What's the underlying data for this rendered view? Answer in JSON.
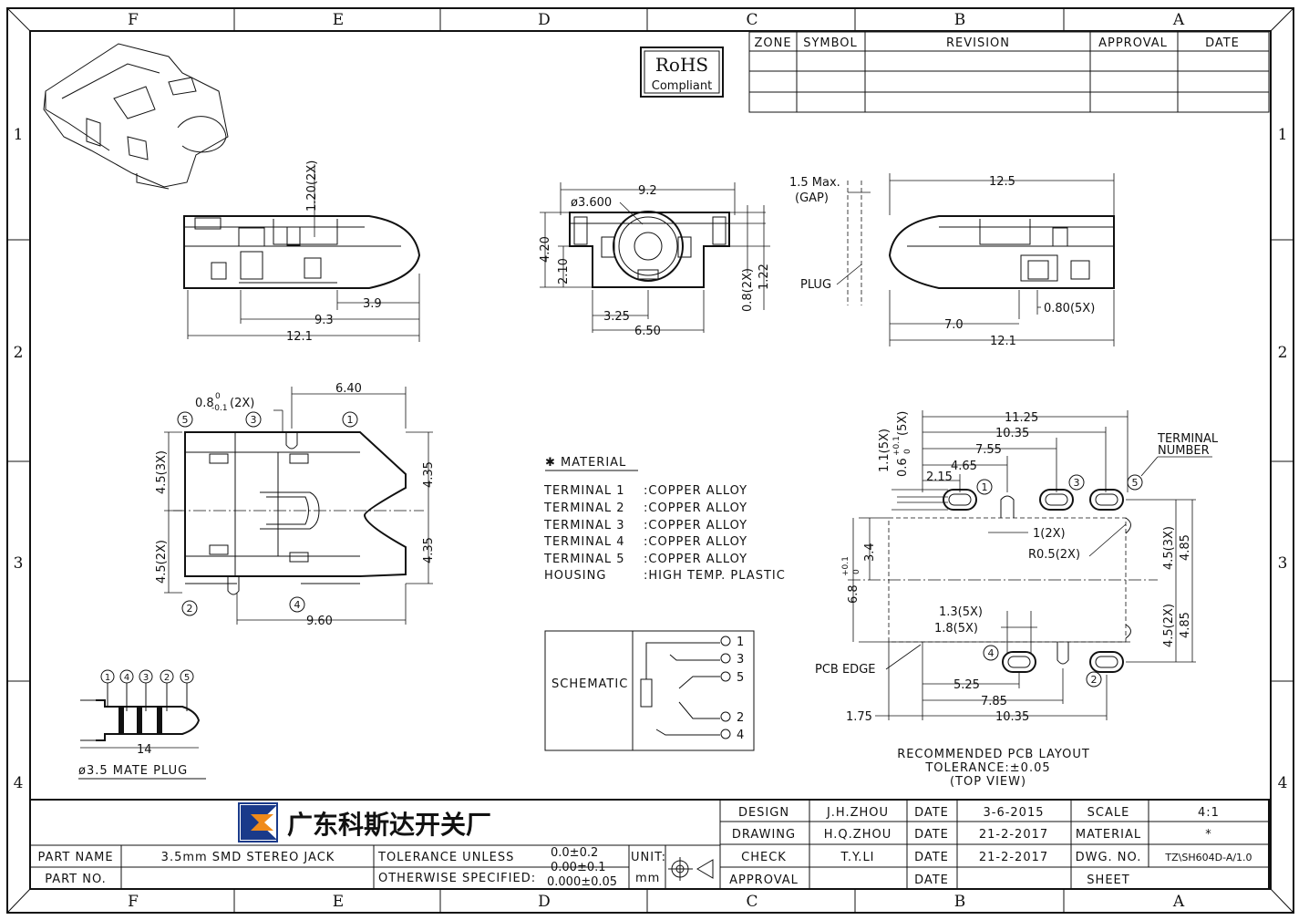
{
  "frame": {
    "columns": [
      "F",
      "E",
      "D",
      "C",
      "B",
      "A"
    ],
    "rows": [
      "1",
      "2",
      "3",
      "4"
    ]
  },
  "rohs": {
    "line1": "RoHS",
    "line2": "Compliant"
  },
  "revision_table": {
    "headers": [
      "ZONE",
      "SYMBOL",
      "REVISION",
      "APPROVAL",
      "DATE"
    ]
  },
  "side_view_left": {
    "dim_top": "1.20(2X)",
    "dim_a": "3.9",
    "dim_b": "9.3",
    "dim_c": "12.1"
  },
  "front_view": {
    "dim_width_top": "9.2",
    "dim_hole": "ø3.600",
    "dim_h1": "4.20",
    "dim_h2": "2.10",
    "dim_r1": "0.8(2X)",
    "dim_r2": "1.22",
    "dim_b1": "3.25",
    "dim_b2": "6.50"
  },
  "side_view_right": {
    "gap_line1": "1.5 Max.",
    "gap_line2": "(GAP)",
    "plug": "PLUG",
    "dim_top": "12.5",
    "dim_a": "0.80(5X)",
    "dim_b": "7.0",
    "dim_c": "12.1"
  },
  "top_view": {
    "dim_top": "6.40",
    "dim_tol_main": "0.8",
    "dim_tol_sup": "0",
    "dim_tol_sub": "-0.1",
    "dim_tol_suffix": "(2X)",
    "dim_l1": "4.5(3X)",
    "dim_l2": "4.5(2X)",
    "dim_r1": "4.35",
    "dim_r2": "4.35",
    "dim_bottom": "9.60",
    "terminals": [
      "5",
      "3",
      "1",
      "2",
      "4"
    ]
  },
  "material": {
    "title": "✱ MATERIAL",
    "rows": [
      {
        "part": "TERMINAL 1",
        "material": ":COPPER ALLOY"
      },
      {
        "part": "TERMINAL 2",
        "material": ":COPPER ALLOY"
      },
      {
        "part": "TERMINAL 3",
        "material": ":COPPER ALLOY"
      },
      {
        "part": "TERMINAL 4",
        "material": ":COPPER ALLOY"
      },
      {
        "part": "TERMINAL 5",
        "material": ":COPPER ALLOY"
      },
      {
        "part": "HOUSING",
        "material": ":HIGH TEMP. PLASTIC"
      }
    ]
  },
  "schematic": {
    "label": "SCHEMATIC",
    "pins": [
      "1",
      "3",
      "5",
      "2",
      "4"
    ]
  },
  "mate_plug": {
    "label": "ø3.5 MATE PLUG",
    "dim": "14",
    "numbers": [
      "1",
      "4",
      "3",
      "2",
      "5"
    ]
  },
  "pcb_layout": {
    "dims": {
      "d1125": "11.25",
      "d1035t": "10.35",
      "d755": "7.55",
      "d465": "4.65",
      "d215": "2.15",
      "d11": "1.1(5X)",
      "d06": "0.6",
      "d06sup": "+0.1",
      "d06sub": "0",
      "d06suf": "(5X)",
      "d1": "1(2X)",
      "r05": "R0.5(2X)",
      "d34": "3.4",
      "d68": "6.8",
      "d68sup": "+0.1",
      "d68sub": "0",
      "d13": "1.3(5X)",
      "d18": "1.8(5X)",
      "d45a": "4.5(3X)",
      "d485a": "4.85",
      "d45b": "4.5(2X)",
      "d485b": "4.85",
      "d525": "5.25",
      "d785": "7.85",
      "d1035b": "10.35",
      "d175": "1.75"
    },
    "pcb_edge": "PCB EDGE",
    "terminal_number_1": "TERMINAL",
    "terminal_number_2": "NUMBER",
    "caption1": "RECOMMENDED PCB LAYOUT",
    "caption2": "TOLERANCE:±0.05",
    "caption3": "(TOP VIEW)",
    "pads": [
      "1",
      "3",
      "5",
      "4",
      "2"
    ]
  },
  "title_block": {
    "company": "广东科斯达开关厂",
    "design_label": "DESIGN",
    "design_name": "J.H.ZHOU",
    "design_date_label": "DATE",
    "design_date": "3-6-2015",
    "drawing_label": "DRAWING",
    "drawing_name": "H.Q.ZHOU",
    "drawing_date_label": "DATE",
    "drawing_date": "21-2-2017",
    "check_label": "CHECK",
    "check_name": "T.Y.LI",
    "check_date_label": "DATE",
    "check_date": "21-2-2017",
    "approval_label": "APPROVAL",
    "approval_date_label": "DATE",
    "scale_label": "SCALE",
    "scale_value": "4:1",
    "material_label": "MATERIAL",
    "material_value": "*",
    "dwg_label": "DWG. NO.",
    "dwg_value": "TZ\\SH604D-A/1.0",
    "sheet_label": "SHEET",
    "part_name_label": "PART NAME",
    "part_name_value": "3.5mm SMD STEREO JACK",
    "part_no_label": "PART NO.",
    "tol_label1": "TOLERANCE UNLESS",
    "tol_label2": "OTHERWISE SPECIFIED:",
    "tol_v1": "0.0±0.2",
    "tol_v2": "0.00±0.1",
    "tol_v3": "0.000±0.05",
    "unit_label": "UNIT:",
    "unit_value": "mm"
  }
}
